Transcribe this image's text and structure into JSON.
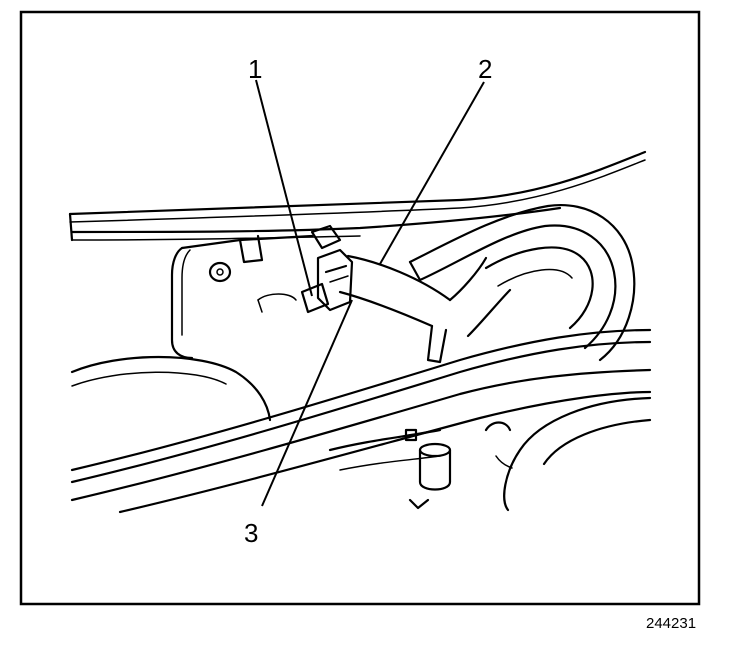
{
  "callouts": [
    {
      "id": "1",
      "label": "1"
    },
    {
      "id": "2",
      "label": "2"
    },
    {
      "id": "3",
      "label": "3"
    }
  ],
  "figure_id": "244231"
}
